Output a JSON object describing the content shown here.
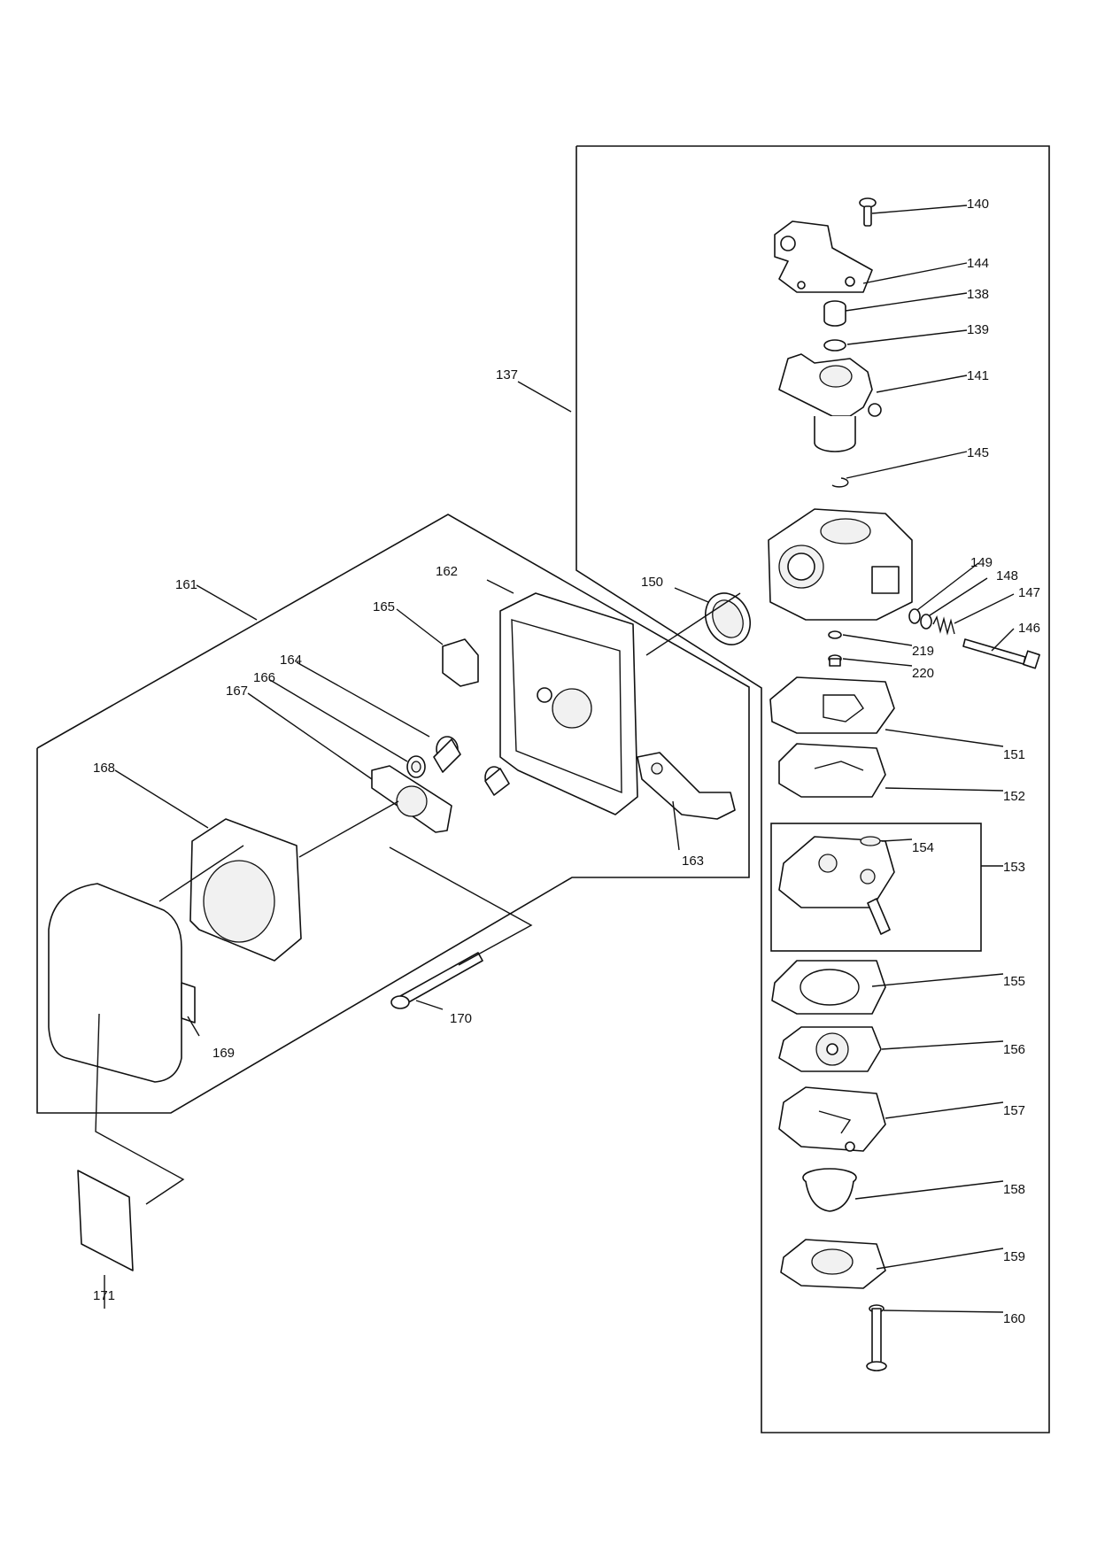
{
  "diagram": {
    "callouts": {
      "p137": "137",
      "p138": "138",
      "p139": "139",
      "p140": "140",
      "p141": "141",
      "p144": "144",
      "p145": "145",
      "p146": "146",
      "p147": "147",
      "p148": "148",
      "p149": "149",
      "p150": "150",
      "p151": "151",
      "p152": "152",
      "p153": "153",
      "p154": "154",
      "p155": "155",
      "p156": "156",
      "p157": "157",
      "p158": "158",
      "p159": "159",
      "p160": "160",
      "p161": "161",
      "p162": "162",
      "p163": "163",
      "p164": "164",
      "p165": "165",
      "p166": "166",
      "p167": "167",
      "p168": "168",
      "p169": "169",
      "p170": "170",
      "p171": "171",
      "p219": "219",
      "p220": "220"
    }
  }
}
